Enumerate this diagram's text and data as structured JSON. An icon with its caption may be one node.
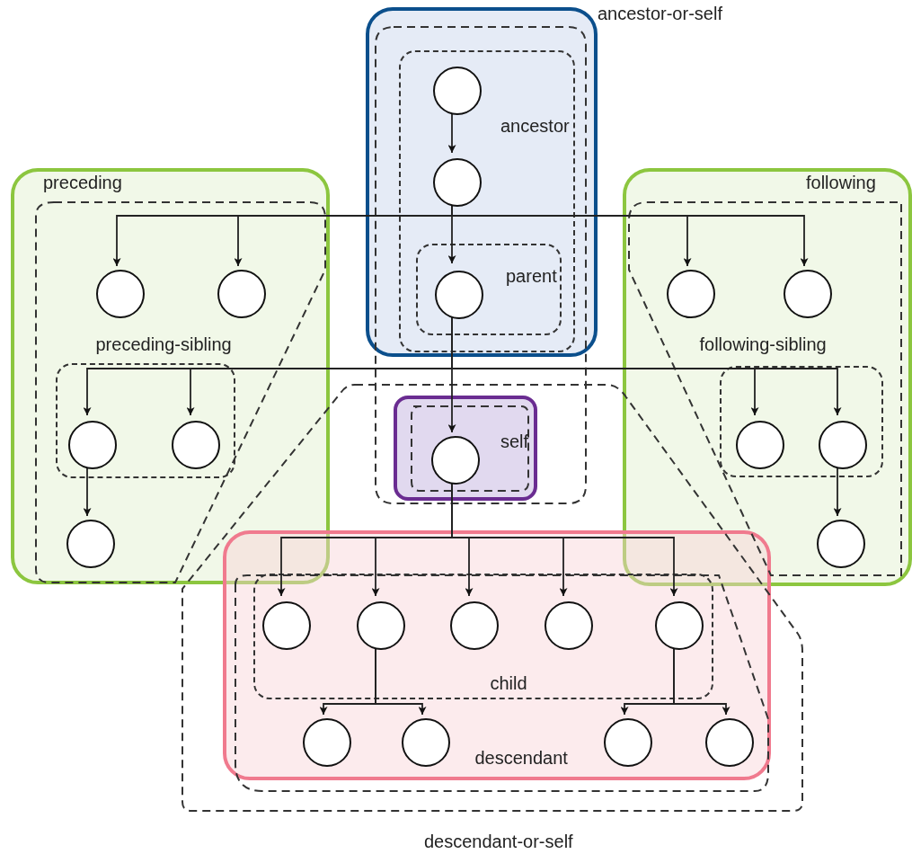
{
  "diagram": {
    "nodes": [
      {
        "text": [
          "ancestor-or-self"
        ]
      },
      {
        "text": [],
        "shape": "box"
      },
      {
        "text": [
          "ancestor"
        ],
        "in": 1
      },
      {
        "text": [],
        "shape": "circle",
        "in": 2
      },
      {
        "text": [],
        "shape": "circle",
        "in": 2
      },
      {
        "text": [
          "parent"
        ],
        "in": 2
      },
      {
        "text": [],
        "shape": "circle",
        "in": 5
      },
      {
        "text": [
          "preceding"
        ]
      },
      {
        "text": [],
        "shape": "circle",
        "in": 7
      },
      {
        "text": [],
        "shape": "circle",
        "in": 7
      },
      {
        "text": [
          "preceding-sibling"
        ],
        "in": 7
      },
      {
        "text": [],
        "shape": "circle",
        "in": 10
      },
      {
        "text": [],
        "shape": "circle",
        "in": 10
      },
      {
        "text": [],
        "shape": "circle",
        "in": 7
      },
      {
        "text": [
          "following"
        ]
      },
      {
        "text": [],
        "shape": "circle",
        "in": 14
      },
      {
        "text": [],
        "shape": "circle",
        "in": 14
      },
      {
        "text": [
          "following-sibling"
        ],
        "in": 14
      },
      {
        "text": [],
        "shape": "circle",
        "in": 17
      },
      {
        "text": [],
        "shape": "circle",
        "in": 17
      },
      {
        "text": [],
        "shape": "circle",
        "in": 14
      },
      {
        "text": [
          "self"
        ]
      },
      {
        "text": [],
        "shape": "circle",
        "in": 21
      },
      {
        "text": [
          "descendant-or-self"
        ]
      },
      {
        "text": [
          "descendant"
        ]
      },
      {
        "text": [
          "child"
        ],
        "in": 24
      },
      {
        "text": [],
        "shape": "circle",
        "in": 25
      },
      {
        "text": [],
        "shape": "circle",
        "in": 25
      },
      {
        "text": [],
        "shape": "circle",
        "in": 25
      },
      {
        "text": [],
        "shape": "circle",
        "in": 25
      },
      {
        "text": [],
        "shape": "circle",
        "in": 25
      },
      {
        "text": [],
        "shape": "circle",
        "in": 24
      },
      {
        "text": [],
        "shape": "circle",
        "in": 24
      },
      {
        "text": [],
        "shape": "circle",
        "in": 24
      },
      {
        "text": [],
        "shape": "circle",
        "in": 24
      }
    ],
    "edges": [
      {
        "from": 3,
        "to": 4,
        "arrow": "to"
      },
      {
        "from": 4,
        "to": 6,
        "arrow": "to"
      },
      {
        "from": 4,
        "to": 8,
        "arrow": "to"
      },
      {
        "from": 4,
        "to": 9,
        "arrow": "to"
      },
      {
        "from": 4,
        "to": 15,
        "arrow": "to"
      },
      {
        "from": 4,
        "to": 16,
        "arrow": "to"
      },
      {
        "from": 6,
        "to": 22,
        "arrow": "to"
      },
      {
        "from": 6,
        "to": 11,
        "arrow": "to"
      },
      {
        "from": 6,
        "to": 12,
        "arrow": "to"
      },
      {
        "from": 6,
        "to": 18,
        "arrow": "to"
      },
      {
        "from": 6,
        "to": 19,
        "arrow": "to"
      },
      {
        "from": 11,
        "to": 13,
        "arrow": "to"
      },
      {
        "from": 19,
        "to": 20,
        "arrow": "to"
      },
      {
        "from": 22,
        "to": 26,
        "arrow": "to"
      },
      {
        "from": 22,
        "to": 27,
        "arrow": "to"
      },
      {
        "from": 22,
        "to": 28,
        "arrow": "to"
      },
      {
        "from": 22,
        "to": 29,
        "arrow": "to"
      },
      {
        "from": 22,
        "to": 30,
        "arrow": "to"
      },
      {
        "from": 27,
        "to": 31,
        "arrow": "to"
      },
      {
        "from": 27,
        "to": 32,
        "arrow": "to"
      },
      {
        "from": 30,
        "to": 33,
        "arrow": "to"
      },
      {
        "from": 30,
        "to": 34,
        "arrow": "to"
      }
    ]
  }
}
